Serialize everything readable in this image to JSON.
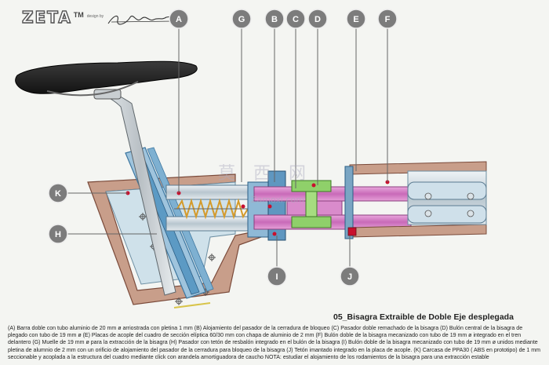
{
  "header": {
    "logo_text": "ZETA",
    "tm": "TM",
    "design_by": "design by"
  },
  "labels": [
    "A",
    "B",
    "C",
    "D",
    "E",
    "F",
    "G",
    "H",
    "I",
    "J",
    "K"
  ],
  "watermark": {
    "chars": "莫 西 网",
    "sub": "Zamoxi.com"
  },
  "diagram_title": "05_Bisagra Extraible de Doble Eje desplegada",
  "caption": {
    "text": "(A) Barra doble con tubo aluminio de 20 mm ø  arriostrada con pletina 1 mm  (B) Alojamiento del pasador de la cerradura de bloqueo (C) Pasador doble remachado de la bisagra (D) Bulón central de la bisagra de plegado con tubo  de 19 mm ø  (E) Placas de acople del cuadro de sección elíptica  60/30 mm con chapa de aluminio de 2 mm (F) Bulón doble de la bisagra mecanizado con tubo de 19 mm ø  integrado en el tren delantero (G) Muelle  de 19 mm ø para la  extracción de la bisagra (H) Pasador con tetón de resbalón  integrado en el bulón de la bisagra (I) Bulón doble de la bisagra mecanizado con tubo de 19 mm ø  unidos  mediante pletina  de alumnio de 2 mm con un  orificio de alojamiento del pasador de la cerradura para bloqueo de la bisagra  (J) Tetón imantado integrado en la placa de acople.  (K) Carcasa  de  PPA30  ( ABS en prototipo) de 1 mm seccionable y acoplada a la estructura del cuadro mediante click con arandela amortiguadora de caucho NOTA: estudiar el alojamiento de los rodamientos de la bisagra para una extracción estable"
  }
}
